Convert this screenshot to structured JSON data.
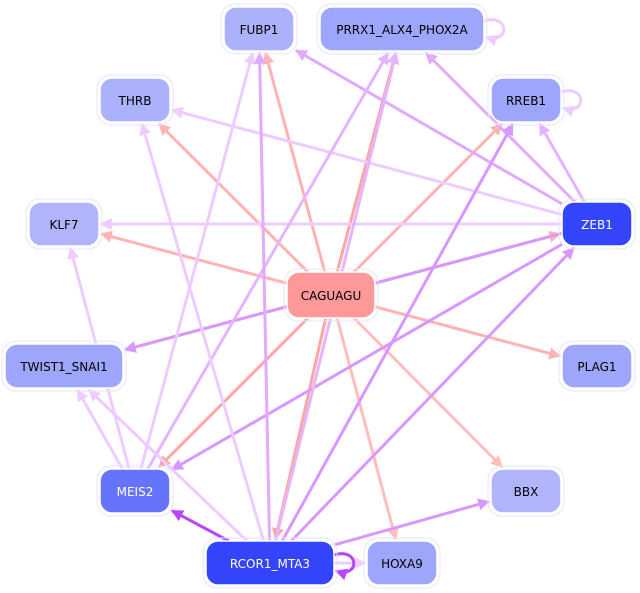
{
  "nodes": [
    {
      "id": "FUBP1",
      "label": "FUBP1",
      "fill": "#abb1fb",
      "text": "#000000"
    },
    {
      "id": "PRRX1_ALX4_PHOX2A",
      "label": "PRRX1_ALX4_PHOX2A",
      "fill": "#9ea6fc",
      "text": "#000000"
    },
    {
      "id": "THRB",
      "label": "THRB",
      "fill": "#abb1fb",
      "text": "#000000"
    },
    {
      "id": "RREB1",
      "label": "RREB1",
      "fill": "#9ea6fc",
      "text": "#000000"
    },
    {
      "id": "KLF7",
      "label": "KLF7",
      "fill": "#b0b5fb",
      "text": "#000000"
    },
    {
      "id": "ZEB1",
      "label": "ZEB1",
      "fill": "#3344fb",
      "text": "#ffffff"
    },
    {
      "id": "CAGUAGU",
      "label": "CAGUAGU",
      "fill": "#ff9999",
      "text": "#000000"
    },
    {
      "id": "TWIST1_SNAI1",
      "label": "TWIST1_SNAI1",
      "fill": "#9ea6fc",
      "text": "#000000"
    },
    {
      "id": "PLAG1",
      "label": "PLAG1",
      "fill": "#9ea6fc",
      "text": "#000000"
    },
    {
      "id": "MEIS2",
      "label": "MEIS2",
      "fill": "#6674fb",
      "text": "#ffffff"
    },
    {
      "id": "BBX",
      "label": "BBX",
      "fill": "#b0b5fb",
      "text": "#000000"
    },
    {
      "id": "RCOR1_MTA3",
      "label": "RCOR1_MTA3",
      "fill": "#3344fb",
      "text": "#ffffff"
    },
    {
      "id": "HOXA9",
      "label": "HOXA9",
      "fill": "#9ea6fc",
      "text": "#000000"
    }
  ],
  "edges": [
    {
      "source": "CAGUAGU",
      "target": "FUBP1",
      "color": "#ffb3b3"
    },
    {
      "source": "CAGUAGU",
      "target": "PRRX1_ALX4_PHOX2A",
      "color": "#ffa5a5"
    },
    {
      "source": "CAGUAGU",
      "target": "THRB",
      "color": "#ffb3b3"
    },
    {
      "source": "CAGUAGU",
      "target": "RREB1",
      "color": "#ffb3b3"
    },
    {
      "source": "CAGUAGU",
      "target": "KLF7",
      "color": "#ffb3b3"
    },
    {
      "source": "CAGUAGU",
      "target": "ZEB1",
      "color": "#ffb3b3"
    },
    {
      "source": "CAGUAGU",
      "target": "TWIST1_SNAI1",
      "color": "#ffa5a5"
    },
    {
      "source": "CAGUAGU",
      "target": "PLAG1",
      "color": "#ffb3b3"
    },
    {
      "source": "CAGUAGU",
      "target": "MEIS2",
      "color": "#ffa5a5"
    },
    {
      "source": "CAGUAGU",
      "target": "BBX",
      "color": "#ffbebe"
    },
    {
      "source": "CAGUAGU",
      "target": "RCOR1_MTA3",
      "color": "#ffa5a5"
    },
    {
      "source": "CAGUAGU",
      "target": "HOXA9",
      "color": "#ffbebe"
    },
    {
      "source": "ZEB1",
      "target": "PRRX1_ALX4_PHOX2A",
      "color": "#e0aaff"
    },
    {
      "source": "ZEB1",
      "target": "FUBP1",
      "color": "#e0aaff"
    },
    {
      "source": "ZEB1",
      "target": "THRB",
      "color": "#eeccff"
    },
    {
      "source": "ZEB1",
      "target": "RREB1",
      "color": "#e4b5ff"
    },
    {
      "source": "ZEB1",
      "target": "KLF7",
      "color": "#eeccff"
    },
    {
      "source": "ZEB1",
      "target": "TWIST1_SNAI1",
      "color": "#d898ff"
    },
    {
      "source": "ZEB1",
      "target": "MEIS2",
      "color": "#d898ff"
    },
    {
      "source": "MEIS2",
      "target": "TWIST1_SNAI1",
      "color": "#eeccff"
    },
    {
      "source": "MEIS2",
      "target": "KLF7",
      "color": "#eeccff"
    },
    {
      "source": "MEIS2",
      "target": "FUBP1",
      "color": "#eeccff"
    },
    {
      "source": "MEIS2",
      "target": "PRRX1_ALX4_PHOX2A",
      "color": "#e4b5ff"
    },
    {
      "source": "RCOR1_MTA3",
      "target": "MEIS2",
      "color": "#bb44ff"
    },
    {
      "source": "RCOR1_MTA3",
      "target": "FUBP1",
      "color": "#e0aaff"
    },
    {
      "source": "RCOR1_MTA3",
      "target": "THRB",
      "color": "#eeccff"
    },
    {
      "source": "RCOR1_MTA3",
      "target": "PRRX1_ALX4_PHOX2A",
      "color": "#e4b5ff"
    },
    {
      "source": "RCOR1_MTA3",
      "target": "RREB1",
      "color": "#d898ff"
    },
    {
      "source": "RCOR1_MTA3",
      "target": "ZEB1",
      "color": "#d898ff"
    },
    {
      "source": "RCOR1_MTA3",
      "target": "TWIST1_SNAI1",
      "color": "#eeccff"
    },
    {
      "source": "RCOR1_MTA3",
      "target": "BBX",
      "color": "#d898ff"
    },
    {
      "source": "RCOR1_MTA3",
      "target": "HOXA9",
      "color": "#eeccff"
    },
    {
      "source": "RCOR1_MTA3",
      "target": "RCOR1_MTA3",
      "color": "#bb44ff"
    },
    {
      "source": "PRRX1_ALX4_PHOX2A",
      "target": "PRRX1_ALX4_PHOX2A",
      "color": "#eeccff"
    },
    {
      "source": "RREB1",
      "target": "RREB1",
      "color": "#eeccff"
    }
  ]
}
